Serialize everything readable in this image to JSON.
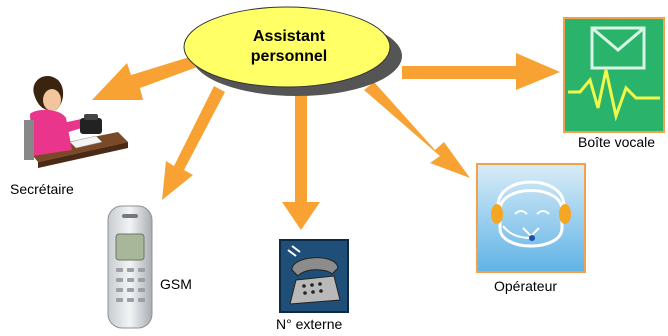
{
  "hub": {
    "line1": "Assistant",
    "line2": "personnel",
    "fill": "#ffff66",
    "shadow": "#555555"
  },
  "arrow_color": "#f7a233",
  "nodes": {
    "secretary": {
      "label": "Secrétaire",
      "icon": "secretary-icon"
    },
    "gsm": {
      "label": "GSM",
      "icon": "mobile-phone-icon"
    },
    "external": {
      "label": "N° externe",
      "icon": "telephone-icon"
    },
    "operator": {
      "label": "Opérateur",
      "icon": "operator-headset-icon"
    },
    "voicemail": {
      "label": "Boîte vocale",
      "icon": "voicemail-envelope-icon"
    }
  },
  "frame_color": "#f5a04a"
}
